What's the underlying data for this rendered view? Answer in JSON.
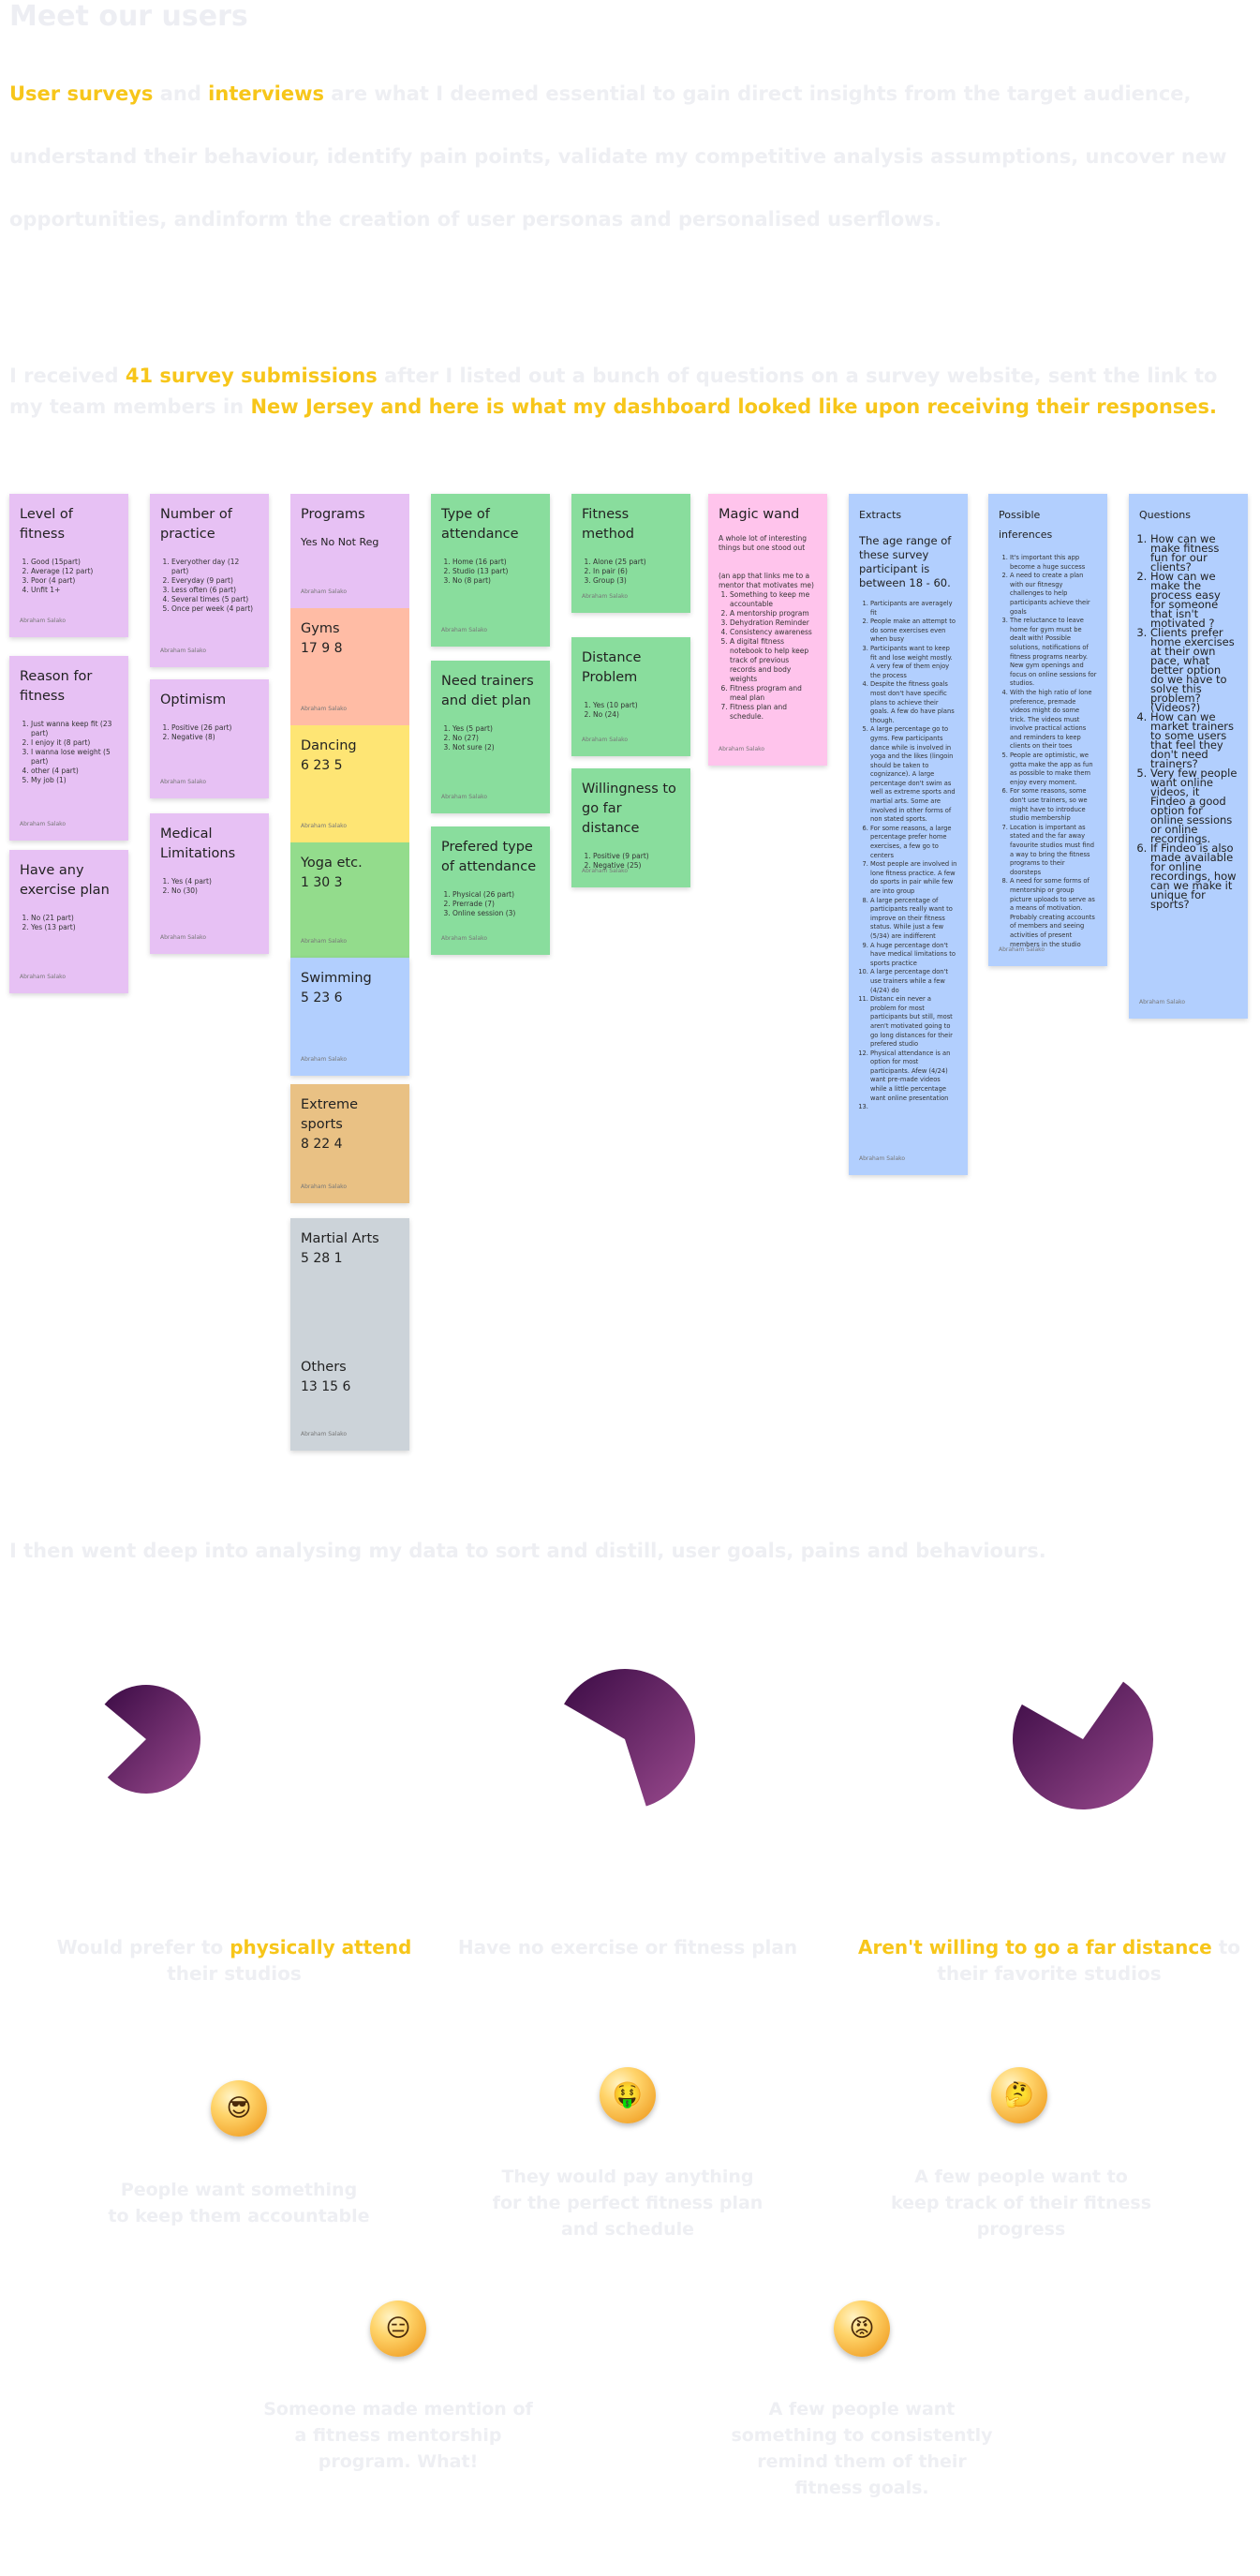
{
  "heading": "Meet our users",
  "intro": {
    "hl1": "User surveys",
    "t1": " and ",
    "hl2": "interviews",
    "t2": " are what I deemed essential to gain direct insights from the target audience, understand their behaviour, identify pain points, validate my competitive analysis assumptions, uncover new opportunities, andinform the creation of user personas and personalised userflows."
  },
  "survey_para": {
    "t1": "I received ",
    "hl1": "41 survey submissions",
    "t2": " after I listed out a bunch of questions on a survey website, sent the link to my team members in ",
    "hl2": "New Jersey and here is what my dashboard looked like upon receiving their responses."
  },
  "author": "Abraham Salako",
  "cards": {
    "level": {
      "title": "Level of fitness",
      "items": [
        "Good (15part)",
        "Average (12 part)",
        "Poor (4 part)",
        "Unfit 1+"
      ]
    },
    "reason": {
      "title": "Reason for fitness",
      "items": [
        "Just wanna keep fit (23 part)",
        "I enjoy it (8 part)",
        "I wanna lose weight (5 part)",
        "other (4 part)",
        "My job (1)"
      ]
    },
    "plan": {
      "title": "Have any exercise plan",
      "items": [
        "No (21 part)",
        "Yes (13 part)"
      ]
    },
    "practice": {
      "title": "Number of practice",
      "items": [
        "Everyother day (12 part)",
        "Everyday (9 part)",
        "Less often (6 part)",
        "Several times (5 part)",
        "Once per week (4 part)"
      ]
    },
    "optimism": {
      "title": "Optimism",
      "items": [
        "Positive (26 part)",
        "Negative (8)"
      ]
    },
    "medical": {
      "title": "Medical Limitations",
      "items": [
        "Yes (4 part)",
        "No (30)"
      ]
    },
    "programs": {
      "title": "Programs",
      "header": "Yes  No   Not Reg"
    },
    "gyms": {
      "title": "Gyms",
      "nums": "17  9   8"
    },
    "dancing": {
      "title": "Dancing",
      "nums": "6  23   5"
    },
    "yoga": {
      "title": "Yoga etc.",
      "nums": "1 30 3"
    },
    "swimming": {
      "title": "Swimming",
      "nums": "5  23   6"
    },
    "extreme": {
      "title": "Extreme sports",
      "nums": "8  22   4"
    },
    "martial": {
      "title": "Martial Arts",
      "nums": "5 28 1"
    },
    "others": {
      "title": "Others",
      "nums": "13 15 6"
    },
    "attendance": {
      "title": "Type of attendance",
      "items": [
        "Home (16 part)",
        "Studio (13 part)",
        "No (8 part)"
      ]
    },
    "trainers": {
      "title": "Need trainers and diet plan",
      "items": [
        "Yes (5 part)",
        "No (27)",
        "Not sure (2)"
      ]
    },
    "preferred": {
      "title": "Prefered type of attendance",
      "items": [
        "Physical (26 part)",
        "Prerrade (7)",
        "Online session (3)"
      ]
    },
    "method": {
      "title": "Fitness method",
      "items": [
        "Alone (25 part)",
        "In pair (6)",
        "Group (3)"
      ]
    },
    "distance": {
      "title": "Distance Problem",
      "items": [
        "Yes (10 part)",
        "No (24)"
      ]
    },
    "willing": {
      "title": "Willingness to go far distance",
      "items": [
        "Positive (9 part)",
        "Negative (25)"
      ]
    },
    "magic": {
      "title": "Magic wand",
      "sub": "A whole lot of interesting things but one stood out",
      "intro": "(an app that links me to a mentor that motivates me)",
      "items": [
        "Something to keep me accountable",
        "A mentorship program",
        "Dehydration Reminder",
        "Consistency awareness",
        "A digital fitness notebook to help keep track of previous records and body weights",
        "Fitness program and meal plan",
        "Fitness plan and schedule."
      ]
    },
    "extracts": {
      "title": "Extracts",
      "lead": "The age range of these survey participant is between 18 - 60.",
      "items": [
        "Participants are averagely fit",
        "People make an attempt to do some exercises even when busy",
        "Participants want to keep fit and lose weight mostly. A very few of them enjoy the process",
        "Despite the fitness goals most don't have specific plans to achieve their goals. A few do have plans though.",
        "A large percentage go to gyms. Few participants dance while is involved in yoga and the likes (lingoin should be taken to cognizance). A large percentage don't swim as well as extreme sports and martial arts. Some are involved in other forms of non stated sports.",
        "For some reasons, a large percentage prefer home exercises, a few go to centers",
        "Most people are involved in lone fitness practice. A few do sports in pair while few are into group",
        "A large percentage of participants really want to improve on their fitness status. While just a few (5/34) are indifferent",
        "A huge percentage don't have medical limitations to sports practice",
        "A large percentage don't use trainers while a few (4/24) do",
        "Distanc ein never a problem for most participants but still, most aren't motivated going to go long distances for their prefered studio",
        "Physical attendance is an option for most participants. Afew (4/24) want pre-made videos while a little percentage want online presentation",
        ""
      ]
    },
    "inferences": {
      "title": "Possible inferences",
      "items": [
        "It's important this app become a huge success",
        "A need to create a plan with our fitnesgy challenges to help participants achieve their goals",
        "The reluctance to leave home for gym must be dealt with! Possible solutions, notifications of fitness programs nearby. New gym openings and focus on online sessions for studios.",
        "With the high ratio of lone preference, premade videos might do some trick. The videos must involve practical actions and reminders to keep clients on their toes",
        "People are optimistic, we gotta make the app as fun as possible to make them enjoy every moment.",
        "For some reasons, some don't use trainers, so we might have to introduce studio membership",
        "Location is important as stated and the far away favourite studios must find a way to bring the fitness programs to their doorsteps",
        "A need for some forms of mentorship or group picture uploads to serve as a means of motivation. Probably creating accounts of members and seeing activities of present members in the studio"
      ]
    },
    "questions": {
      "title": "Questions",
      "items": [
        "How can we make fitness fun for our clients?",
        "How can we make the process easy for someone that isn't motivated ?",
        "Clients prefer home exercises at their own pace, what better option do we have to solve this problem? (Videos?)",
        "How can we market trainers to some users that feel they don't need trainers?",
        "Very few people want online videos, it Findeo a good option for online sessions or online recordings.",
        "If Findeo is also made available for online recordings, how can we make it unique for sports?"
      ]
    }
  },
  "analysis_para": "I then went deep into analysing my data to sort and distill, user goals, pains and behaviours.",
  "charts": [
    {
      "pre": "Would prefer to ",
      "hl": "physically attend",
      "post": " their studios",
      "hl_first": false
    },
    {
      "pre": "Have no exercise or fitness plan",
      "hl": "",
      "post": "",
      "hl_first": false
    },
    {
      "pre": "",
      "hl": "Aren't  willing to go a far distance",
      "post": " to their favorite studios",
      "hl_first": true
    }
  ],
  "chart_data": [
    {
      "type": "pie",
      "values": [
        26,
        8
      ],
      "title": ""
    },
    {
      "type": "pie",
      "values": [
        21,
        13
      ],
      "title": ""
    },
    {
      "type": "pie",
      "values": [
        25,
        9
      ],
      "title": ""
    }
  ],
  "emojis": [
    {
      "icon": "😎",
      "caption": "People want something to keep them accountable"
    },
    {
      "icon": "🤑",
      "caption": "They would pay anything for the perfect fitness plan and schedule"
    },
    {
      "icon": "🤔",
      "caption": "A few people want to keep track of their fitness progress"
    },
    {
      "icon": "😑",
      "caption": "Someone made mention of a fitness mentorship program. What!"
    },
    {
      "icon": "😡",
      "caption": "A few people want something to consistently remind them of their fitness goals."
    }
  ],
  "colors": {
    "highlight": "#f7c61a",
    "muted_text": "#eeeff3",
    "pie_dark": "#3b0b45",
    "pie_light": "#9a4a8e"
  }
}
